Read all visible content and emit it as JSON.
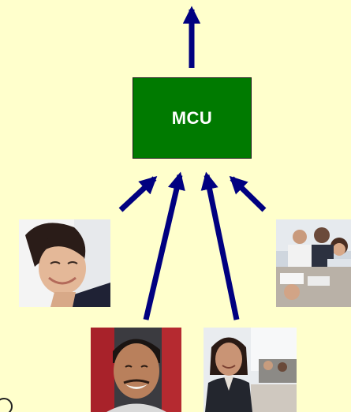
{
  "diagram": {
    "mcu": {
      "label": "MCU",
      "fill": "#007a00",
      "text_color": "#ffffff"
    },
    "background": "#ffffcc",
    "arrow_color": "#000080",
    "participants": [
      {
        "id": "left",
        "photo": "smiling-woman-photo"
      },
      {
        "id": "right",
        "photo": "meeting-group-photo"
      },
      {
        "id": "bottom-left",
        "photo": "smiling-man-photo"
      },
      {
        "id": "bottom-right",
        "photo": "businesswoman-photo"
      }
    ]
  }
}
